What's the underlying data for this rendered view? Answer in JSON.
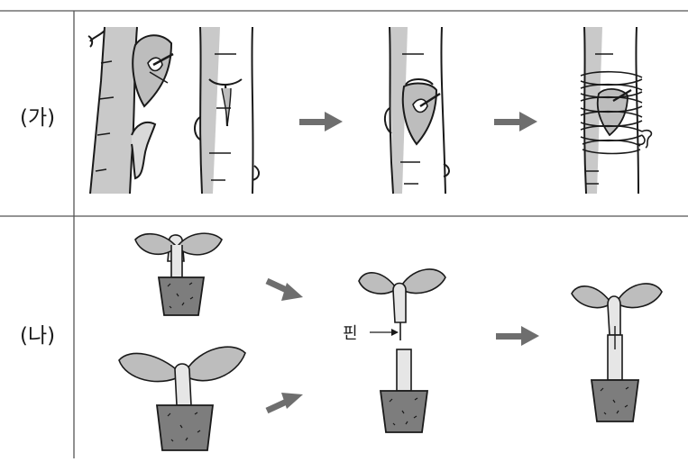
{
  "rows": {
    "a": {
      "label": "(가)"
    },
    "b": {
      "label": "(나)"
    }
  },
  "annotations": {
    "pin_label": "핀"
  },
  "colors": {
    "line": "#1a1a1a",
    "grid": "#555555",
    "bark_shade": "#c9c9c9",
    "leaf_fill": "#bdbdbd",
    "soil_fill": "#7d7d7d",
    "stem_fill": "#e6e6e6",
    "arrow": "#6e6e6e"
  }
}
